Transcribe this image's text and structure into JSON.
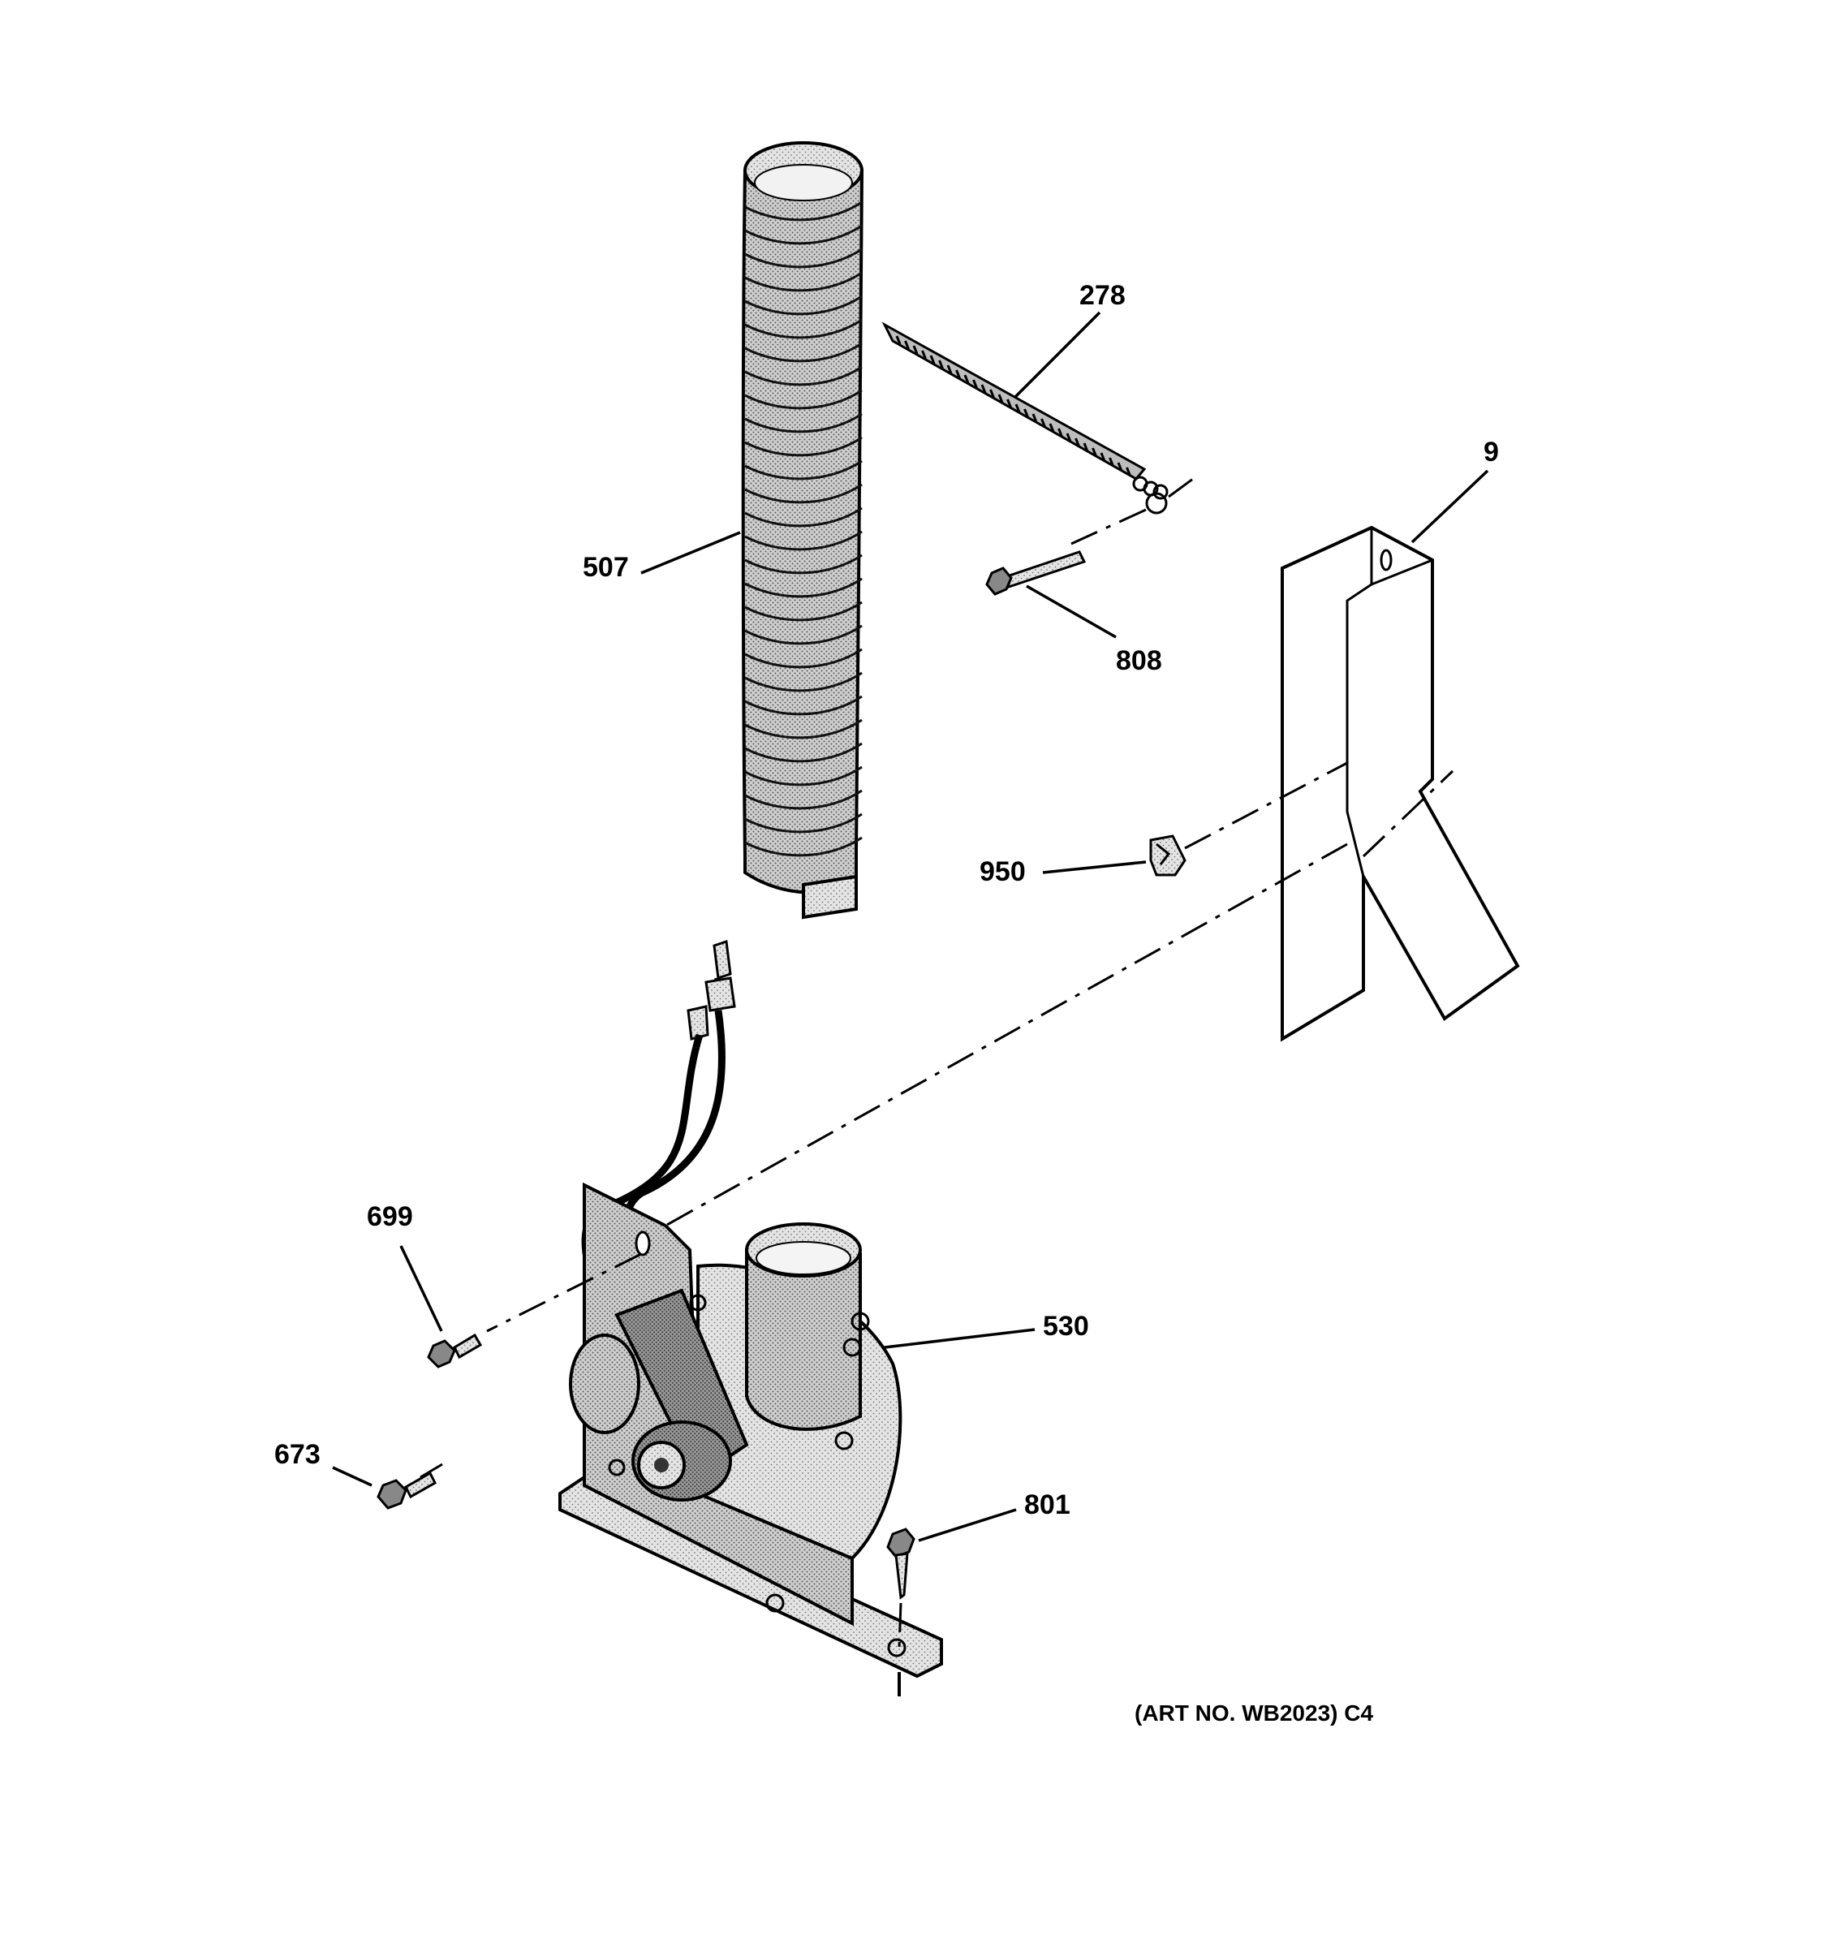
{
  "diagram": {
    "callouts": {
      "p278": "278",
      "p9": "9",
      "p507": "507",
      "p808": "808",
      "p950": "950",
      "p699": "699",
      "p530": "530",
      "p673": "673",
      "p801": "801"
    },
    "art_number": "(ART NO. WB2023) C4"
  }
}
